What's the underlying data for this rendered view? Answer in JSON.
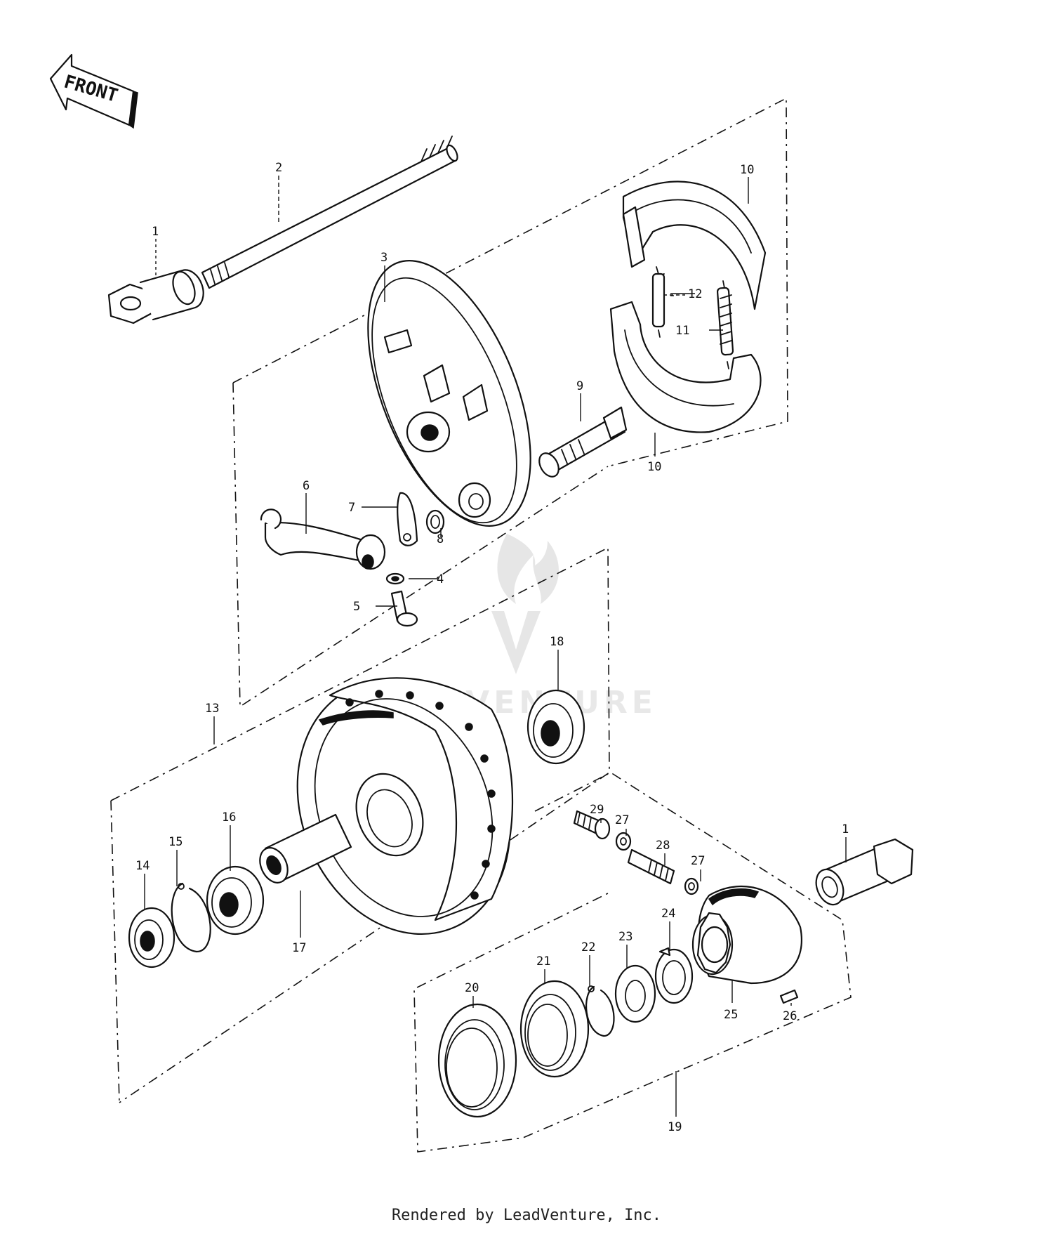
{
  "diagram": {
    "front_marker": "FRONT",
    "callouts": [
      {
        "id": "c1a",
        "text": "1"
      },
      {
        "id": "c2",
        "text": "2"
      },
      {
        "id": "c3",
        "text": "3"
      },
      {
        "id": "c4",
        "text": "4"
      },
      {
        "id": "c5",
        "text": "5"
      },
      {
        "id": "c6",
        "text": "6"
      },
      {
        "id": "c7",
        "text": "7"
      },
      {
        "id": "c8",
        "text": "8"
      },
      {
        "id": "c9",
        "text": "9"
      },
      {
        "id": "c10a",
        "text": "10"
      },
      {
        "id": "c10b",
        "text": "10"
      },
      {
        "id": "c11",
        "text": "11"
      },
      {
        "id": "c12",
        "text": "12"
      },
      {
        "id": "c13",
        "text": "13"
      },
      {
        "id": "c14",
        "text": "14"
      },
      {
        "id": "c15",
        "text": "15"
      },
      {
        "id": "c16",
        "text": "16"
      },
      {
        "id": "c17",
        "text": "17"
      },
      {
        "id": "c18",
        "text": "18"
      },
      {
        "id": "c19",
        "text": "19"
      },
      {
        "id": "c20",
        "text": "20"
      },
      {
        "id": "c21",
        "text": "21"
      },
      {
        "id": "c22",
        "text": "22"
      },
      {
        "id": "c23",
        "text": "23"
      },
      {
        "id": "c24",
        "text": "24"
      },
      {
        "id": "c25",
        "text": "25"
      },
      {
        "id": "c26",
        "text": "26"
      },
      {
        "id": "c27a",
        "text": "27"
      },
      {
        "id": "c27b",
        "text": "27"
      },
      {
        "id": "c28",
        "text": "28"
      },
      {
        "id": "c29",
        "text": "29"
      },
      {
        "id": "c1b",
        "text": "1"
      }
    ],
    "watermark": "PARTVENTURE"
  },
  "footer": {
    "credit": "Rendered by LeadVenture, Inc."
  }
}
